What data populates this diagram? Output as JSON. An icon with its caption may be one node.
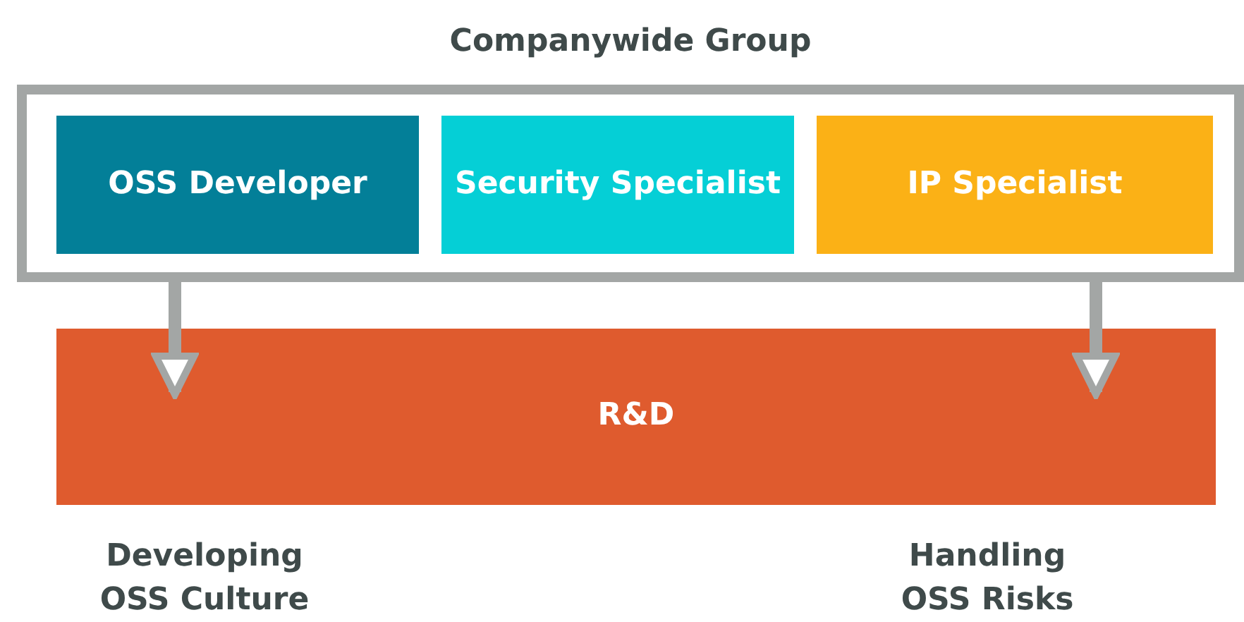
{
  "diagram": {
    "nodes": [
      {
        "text": [
          "Companywide Group"
        ]
      },
      {
        "text": [
          "OSS Developer"
        ],
        "in": 0
      },
      {
        "text": [
          "Security Specialist"
        ],
        "in": 0
      },
      {
        "text": [
          "IP Specialist"
        ],
        "in": 0
      },
      {
        "text": [
          "R&D"
        ]
      }
    ],
    "edges": [
      {
        "from": 0,
        "to": 4,
        "arrow": "to"
      },
      {
        "from": 0,
        "to": 4,
        "arrow": "to"
      }
    ],
    "labels": [
      "Developing OSS Culture",
      "Handling OSS Risks"
    ]
  }
}
